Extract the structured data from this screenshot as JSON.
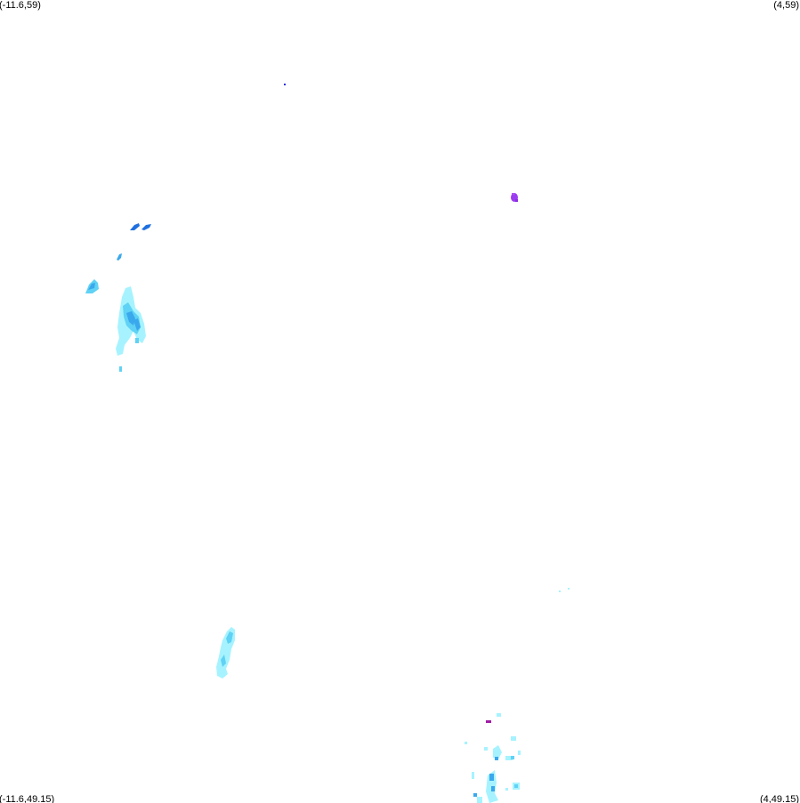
{
  "map": {
    "corners": {
      "top_left": "(-11.6,59)",
      "top_right": "(4,59)",
      "bottom_left": "(-11.6,49.15)",
      "bottom_right": "(4,49.15)"
    },
    "bounds": {
      "lon_min": -11.6,
      "lon_max": 4,
      "lat_min": 49.15,
      "lat_max": 59
    },
    "palette": {
      "very_light": "#a6f3ff",
      "light": "#5fd2f5",
      "medium": "#3aa8ec",
      "heavy": "#1f6fe0",
      "very_heavy": "#2a2ae8",
      "extreme": "#9b3cf0",
      "max": "#a01da6"
    }
  }
}
